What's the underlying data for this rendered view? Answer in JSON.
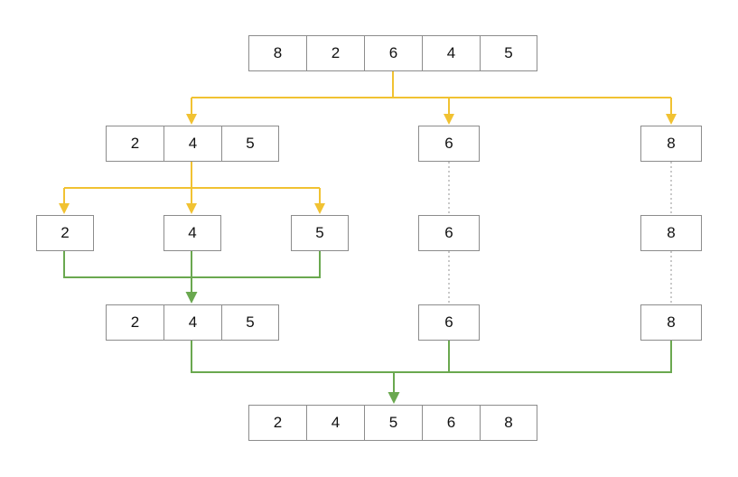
{
  "colors": {
    "split": "#f1c232",
    "merge": "#6aa84f",
    "dotted": "#b7b7b7",
    "border": "#8c8c8c"
  },
  "arrays": {
    "input": [
      "8",
      "2",
      "6",
      "4",
      "5"
    ],
    "split_left": [
      "2",
      "4",
      "5"
    ],
    "split_mid": [
      "6"
    ],
    "split_right": [
      "8"
    ],
    "leaf_2": [
      "2"
    ],
    "leaf_4": [
      "4"
    ],
    "leaf_5": [
      "5"
    ],
    "leaf_6": [
      "6"
    ],
    "leaf_8": [
      "8"
    ],
    "merged_left": [
      "2",
      "4",
      "5"
    ],
    "merged_mid": [
      "6"
    ],
    "merged_right": [
      "8"
    ],
    "output": [
      "2",
      "4",
      "5",
      "6",
      "8"
    ]
  }
}
